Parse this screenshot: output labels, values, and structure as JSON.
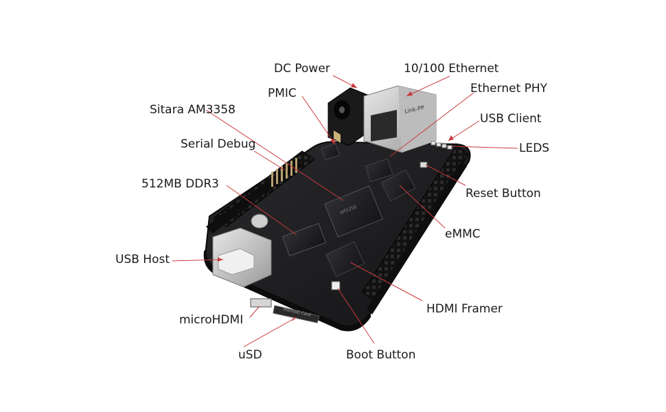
{
  "diagram": {
    "labels": {
      "dc_power": "DC Power",
      "ethernet": "10/100 Ethernet",
      "pmic": "PMIC",
      "ethernet_phy": "Ethernet PHY",
      "sitara": "Sitara AM3358",
      "usb_client": "USB Client",
      "serial_debug": "Serial Debug",
      "leds": "LEDS",
      "ddr3": "512MB DDR3",
      "reset_button": "Reset Button",
      "emmc": "eMMC",
      "usb_host": "USB Host",
      "hdmi_framer": "HDMI Framer",
      "micro_hdmi": "microHDMI",
      "usd": "uSD",
      "boot_button": "Boot Button"
    },
    "board_text": {
      "rj45_brand": "Link-PP",
      "usd_silkscreen": "microSD Card"
    },
    "colors": {
      "pcb": "#1b1b1d",
      "leader": "#c83a3a",
      "label_text": "#1a1a1a"
    }
  }
}
